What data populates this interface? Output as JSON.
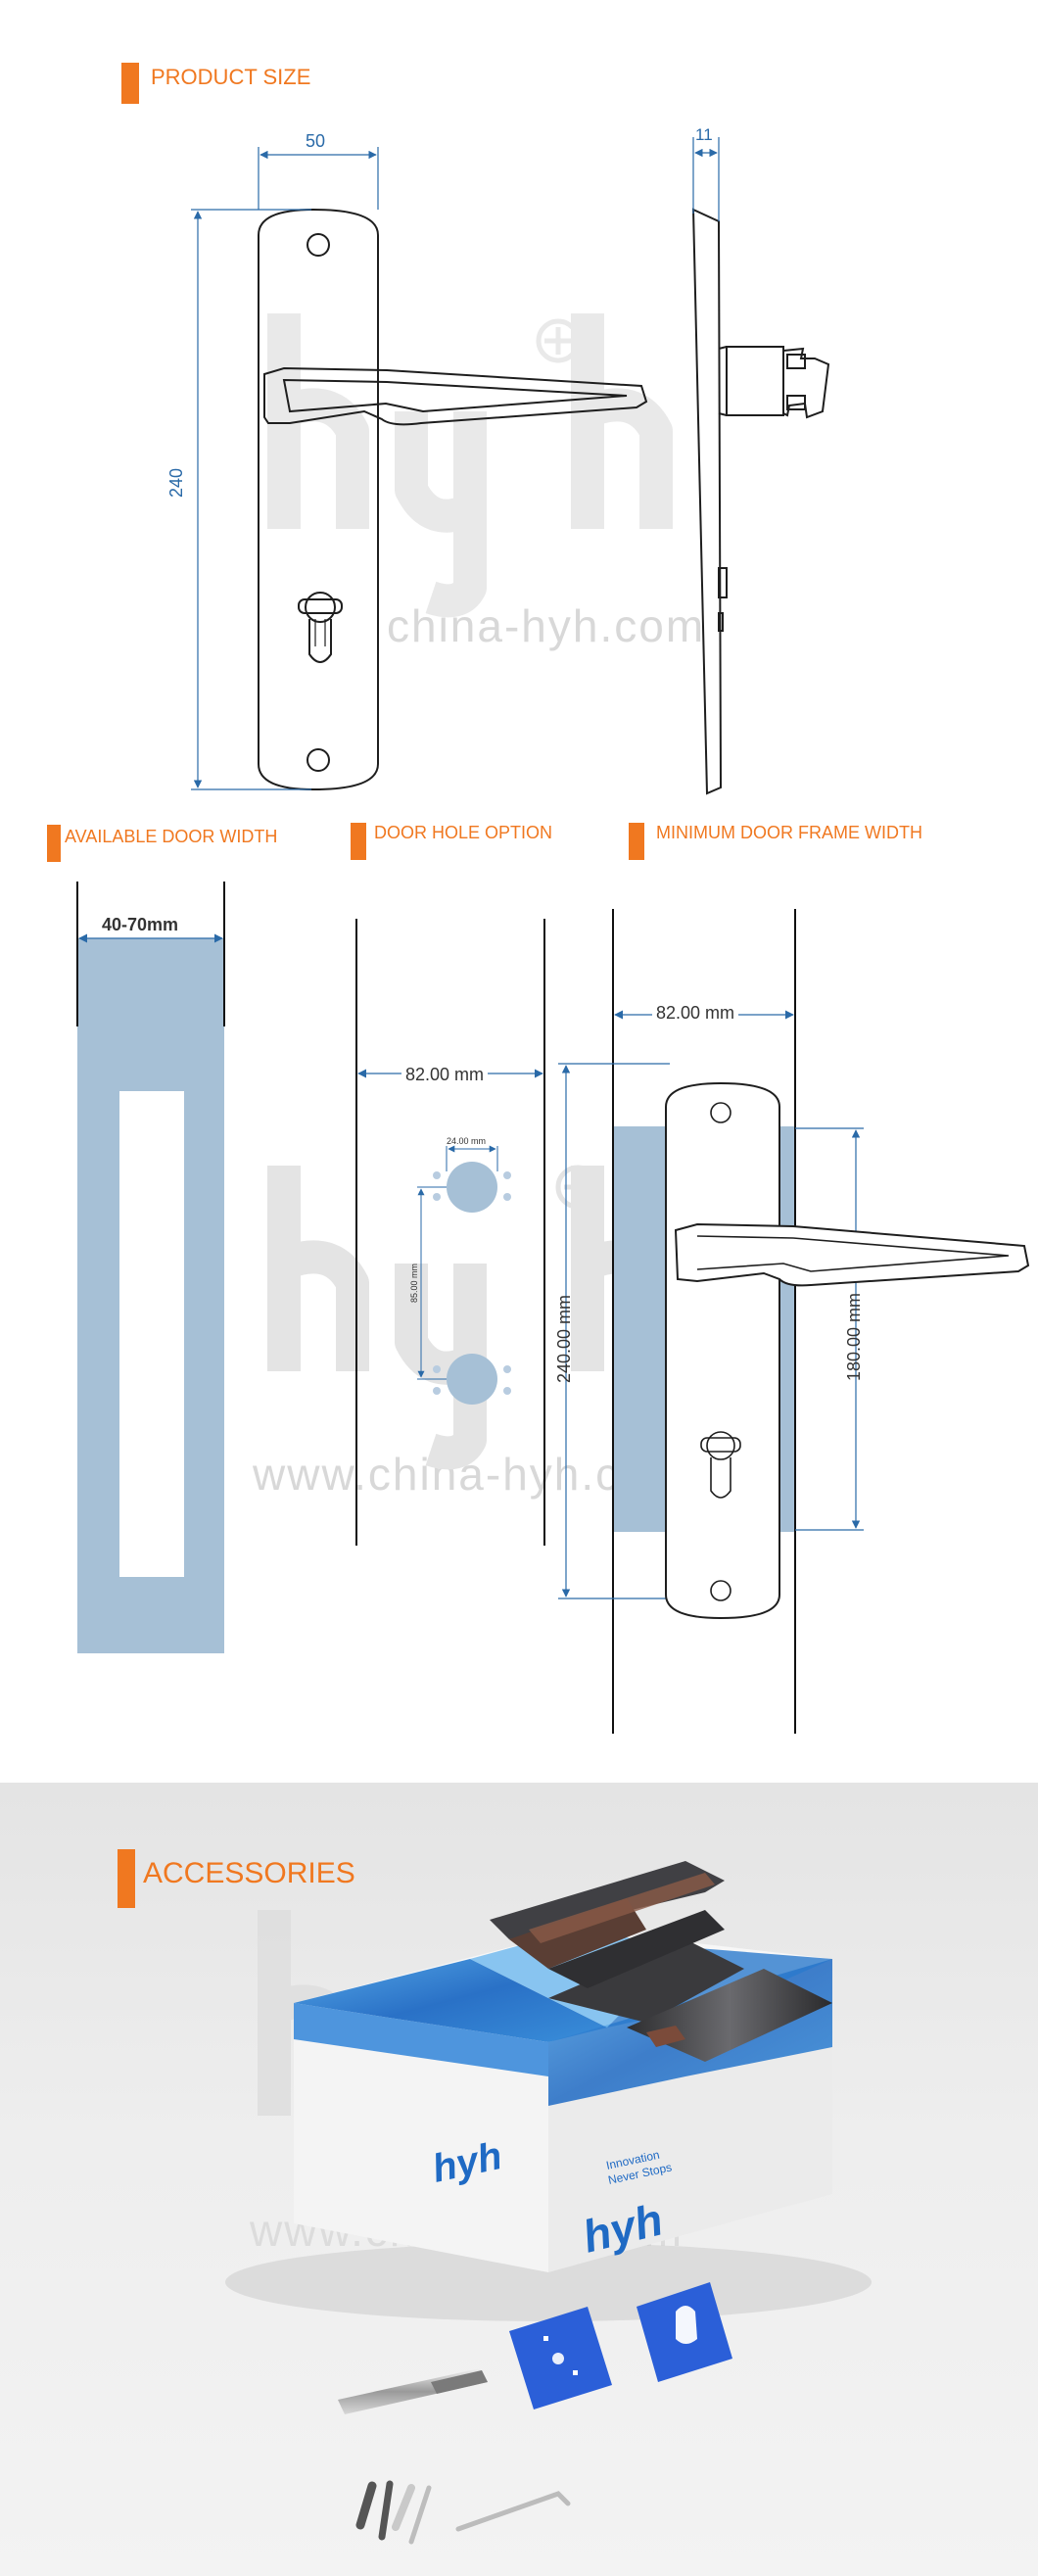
{
  "sections": {
    "product_size": "PRODUCT SIZE",
    "available_door_width": "AVAILABLE DOOR WIDTH",
    "door_hole_option": "DOOR HOLE OPTION",
    "minimum_door_frame_width": "MINIMUM DOOR FRAME WIDTH",
    "accessories": "ACCESSORIES"
  },
  "watermark": {
    "url": "www.china-hyh.com",
    "url_short": "china-hyh.com"
  },
  "product_size": {
    "width": "50",
    "height": "240",
    "depth": "11"
  },
  "door_width": {
    "range": "40-70mm"
  },
  "door_hole": {
    "spacing": "82.00 mm",
    "hole_diameter": "24.00 mm",
    "hole_center": "85.00 mm"
  },
  "door_frame": {
    "width": "82.00 mm",
    "plate_height": "240.00 mm",
    "handle_height": "180.00 mm"
  },
  "box": {
    "brand": "hyh",
    "tagline_1": "Innovation",
    "tagline_2": "Never Stops"
  },
  "colors": {
    "accent": "#f07820",
    "dimension_line": "#2a6aa8",
    "door_fill": "#a6c0d6",
    "box_blue": "#1f6ac4"
  }
}
